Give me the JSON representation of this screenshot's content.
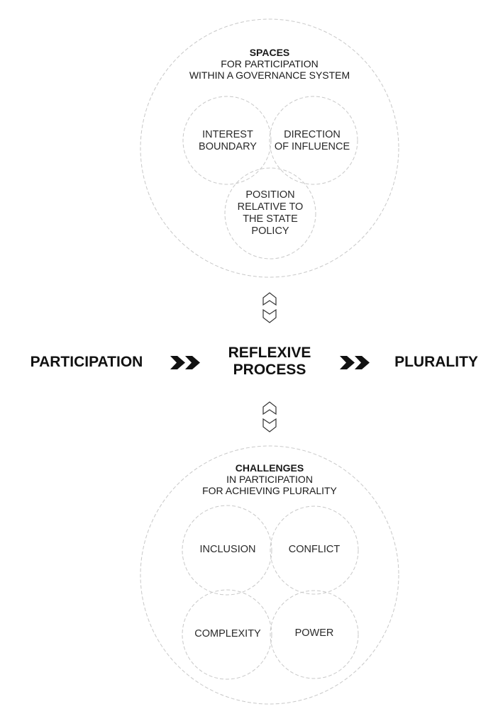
{
  "colors": {
    "circle_stroke": "#c8c8c8",
    "text": "#222222",
    "arrow": "#111111",
    "background": "#ffffff"
  },
  "top_group": {
    "title": "SPACES",
    "subtitle_lines": [
      "FOR PARTICIPATION",
      "WITHIN A GOVERNANCE SYSTEM"
    ],
    "circles": [
      {
        "lines": [
          "INTEREST",
          "BOUNDARY"
        ]
      },
      {
        "lines": [
          "DIRECTION",
          "OF INFLUENCE"
        ]
      },
      {
        "lines": [
          "POSITION",
          "RELATIVE TO",
          "THE STATE",
          "POLICY"
        ]
      }
    ]
  },
  "flow": {
    "left_label": "PARTICIPATION",
    "center_label_lines": [
      "REFLEXIVE",
      "PROCESS"
    ],
    "right_label": "PLURALITY",
    "arrow_icon": "double-chevron-right-icon",
    "link_icon": "up-down-chevron-icon"
  },
  "bottom_group": {
    "title": "CHALLENGES",
    "subtitle_lines": [
      "IN PARTICIPATION",
      "FOR ACHIEVING PLURALITY"
    ],
    "circles": [
      {
        "lines": [
          "INCLUSION"
        ]
      },
      {
        "lines": [
          "CONFLICT"
        ]
      },
      {
        "lines": [
          "COMPLEXITY"
        ]
      },
      {
        "lines": [
          "POWER"
        ]
      }
    ]
  }
}
